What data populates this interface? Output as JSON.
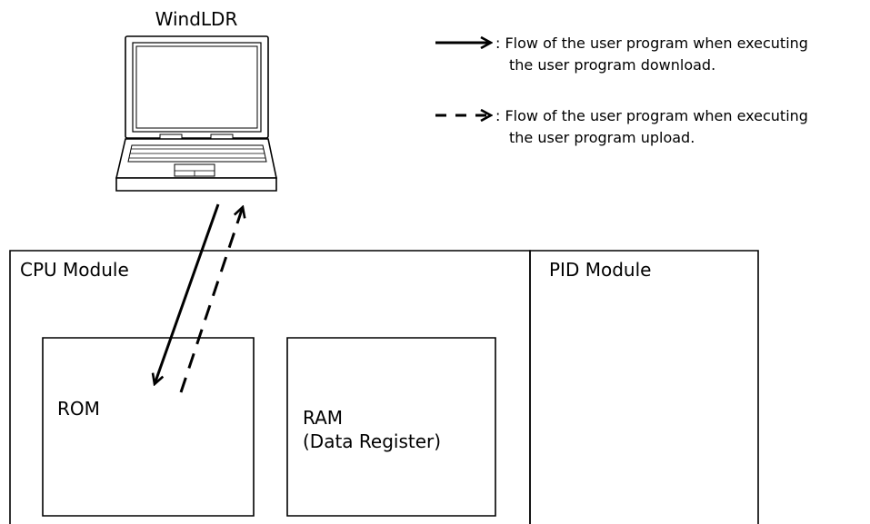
{
  "diagram": {
    "pc": {
      "label": "WindLDR"
    },
    "legend": [
      {
        "style": "solid",
        "line1": ": Flow of the user program when executing",
        "line2": "the user program download."
      },
      {
        "style": "dashed",
        "line1": ": Flow of the user program when executing",
        "line2": "the user program upload."
      }
    ],
    "cpu_module": {
      "label": "CPU Module",
      "rom": {
        "label": "ROM"
      },
      "ram": {
        "label_line1": "RAM",
        "label_line2": "(Data Register)"
      }
    },
    "pid_module": {
      "label": "PID Module"
    }
  }
}
